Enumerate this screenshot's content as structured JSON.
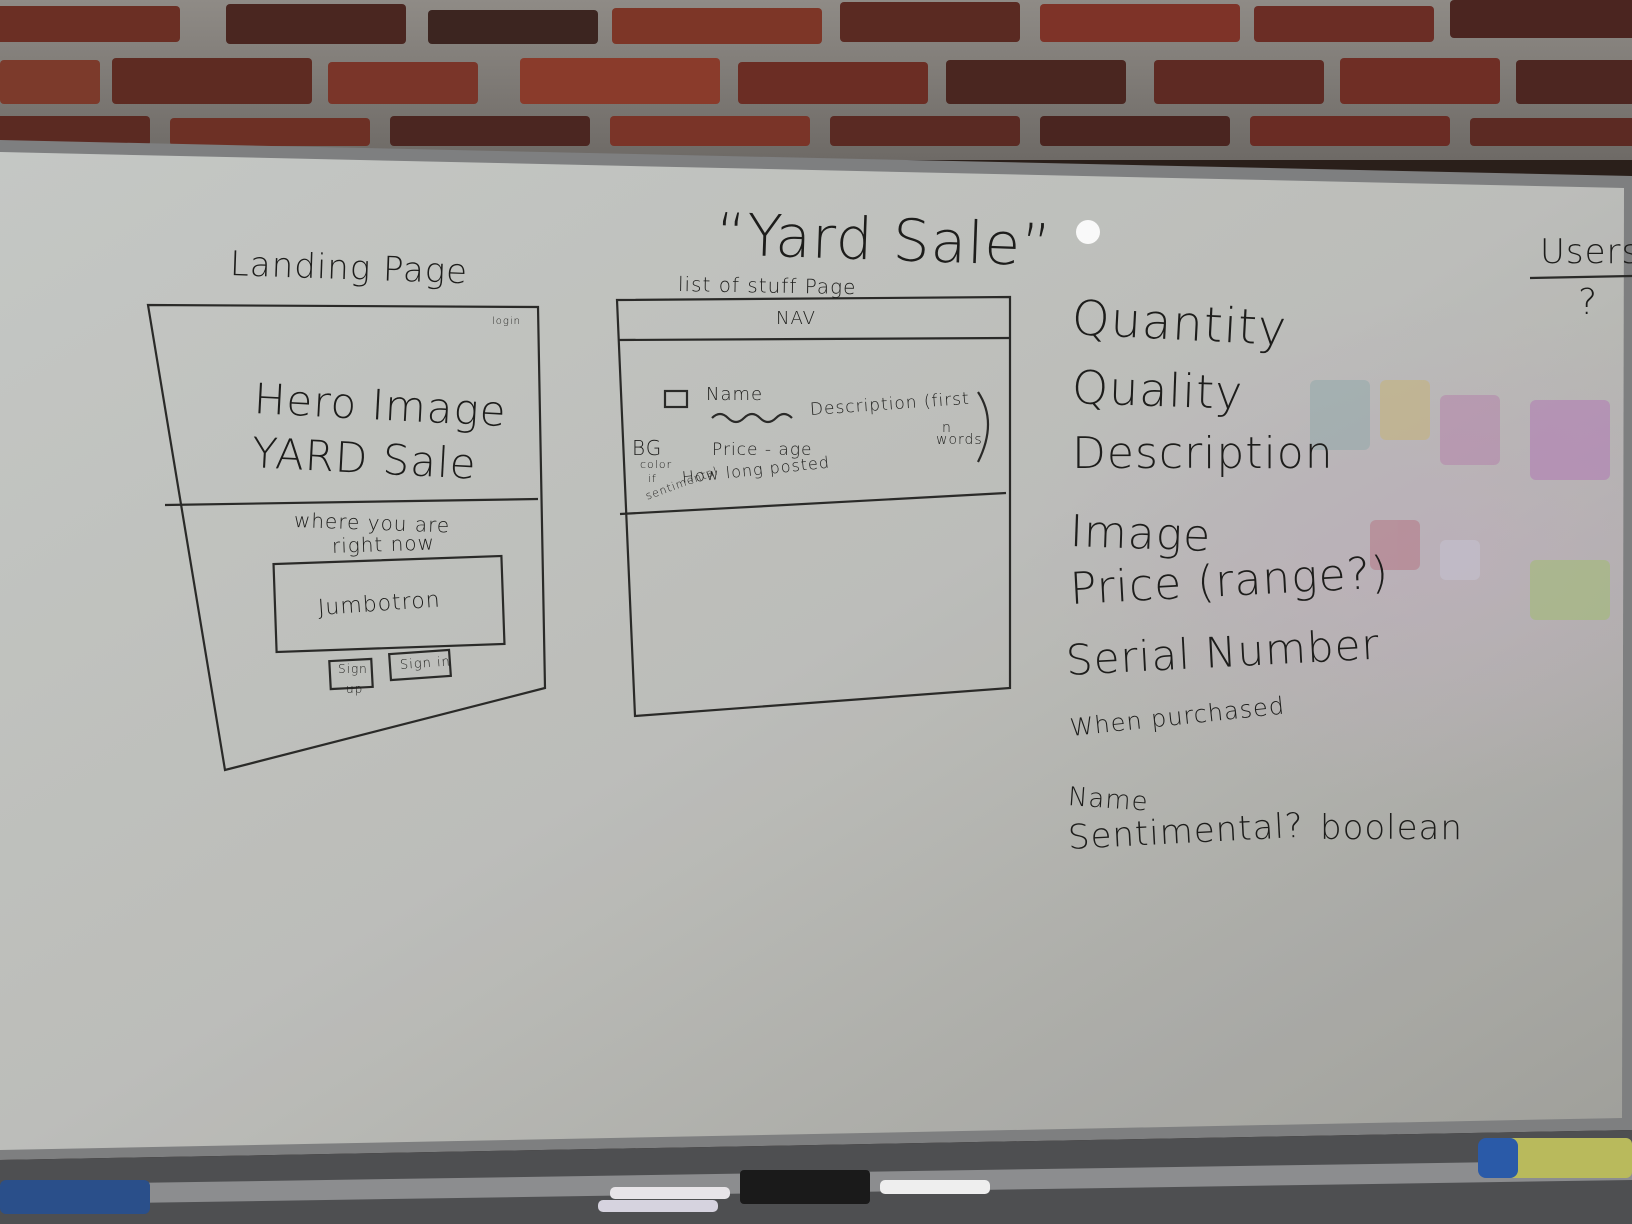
{
  "landing": {
    "heading": "Landing Page",
    "login": "login",
    "hero_line1": "Hero Image",
    "hero_line2": "YARD Sale",
    "location_line1": "where you are",
    "location_line2": "right now",
    "jumbotron": "Jumbotron",
    "signup_line1": "Sign",
    "signup_line2": "up",
    "signin": "Sign in"
  },
  "list_page": {
    "title": "“Yard Sale”",
    "subtitle": "list of stuff Page",
    "nav": "NAV",
    "item_name": "Name",
    "item_description": "Description (first",
    "item_words_1": "n",
    "item_words_2": "words",
    "item_price": "Price - age",
    "item_posted": "How long posted",
    "bg_note_1": "BG",
    "bg_note_2": "color",
    "bg_note_3": "if",
    "bg_note_4": "sentimental"
  },
  "fields": {
    "quantity": "Quantity",
    "quality": "Quality",
    "description": "Description",
    "image": "Image",
    "price": "Price (range?)",
    "serial": "Serial Number",
    "when_purchased": "When purchased",
    "name": "Name",
    "sentimental": "Sentimental?",
    "boolean": "boolean"
  },
  "users": {
    "heading": "Users",
    "question": "?"
  },
  "colors": {
    "brick": "#7a3a2c",
    "mortar": "#8e8b86",
    "board": "#cfd0cd",
    "ink": "#1d1d1b",
    "tray": "#5d5e60"
  }
}
